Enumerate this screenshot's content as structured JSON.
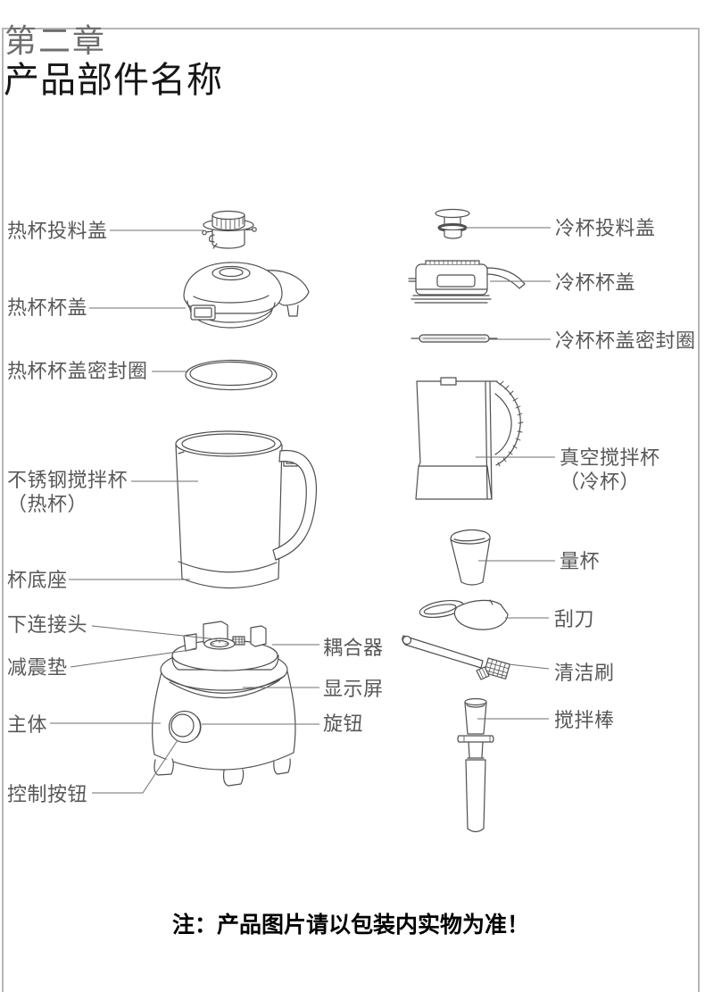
{
  "page": {
    "chapter_label": "第二章",
    "title": "产品部件名称",
    "footer_note": "注：产品图片请以包装内实物为准！"
  },
  "colors": {
    "page_border": "#b6b6b6",
    "line_art": "#4f4f4f",
    "leader_line": "#6f6f6f",
    "label_text": "#585858",
    "chapter_text": "#6e6e6e",
    "title_text": "#161616"
  },
  "parts": [
    {
      "id": "hot-cup-feed-lid",
      "label": "热杯投料盖"
    },
    {
      "id": "hot-cup-lid",
      "label": "热杯杯盖"
    },
    {
      "id": "hot-cup-lid-seal-ring",
      "label": "热杯杯盖密封圈"
    },
    {
      "id": "stainless-jar-hot",
      "label": "不锈钢搅拌杯\n（热杯）"
    },
    {
      "id": "cup-base",
      "label": "杯底座"
    },
    {
      "id": "lower-connector",
      "label": "下连接头"
    },
    {
      "id": "damper-pad",
      "label": "减震垫"
    },
    {
      "id": "main-body",
      "label": "主体"
    },
    {
      "id": "control-button",
      "label": "控制按钮"
    },
    {
      "id": "coupler",
      "label": "耦合器"
    },
    {
      "id": "display-screen",
      "label": "显示屏"
    },
    {
      "id": "knob",
      "label": "旋钮"
    },
    {
      "id": "cold-cup-feed-lid",
      "label": "冷杯投料盖"
    },
    {
      "id": "cold-cup-lid",
      "label": "冷杯杯盖"
    },
    {
      "id": "cold-cup-lid-seal-ring",
      "label": "冷杯杯盖密封圈"
    },
    {
      "id": "vacuum-jar-cold",
      "label": "真空搅拌杯\n（冷杯）"
    },
    {
      "id": "measuring-cup",
      "label": "量杯"
    },
    {
      "id": "scraper",
      "label": "刮刀"
    },
    {
      "id": "cleaning-brush",
      "label": "清洁刷"
    },
    {
      "id": "stir-stick",
      "label": "搅拌棒"
    }
  ]
}
